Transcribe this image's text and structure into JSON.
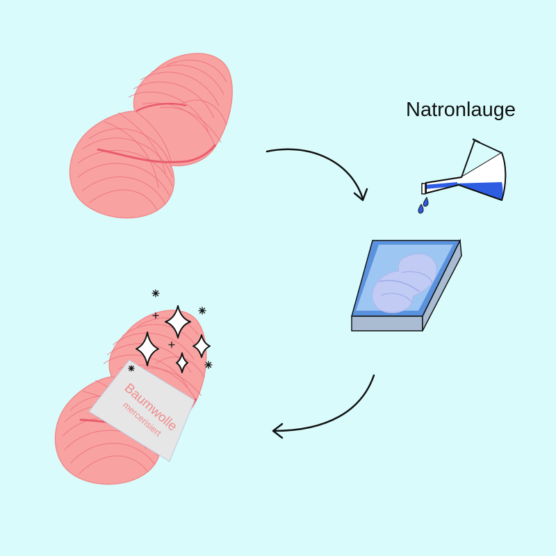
{
  "labels": {
    "reagent": "Natronlauge",
    "band_title": "Baumwolle",
    "band_subtitle": "mercerisiert"
  },
  "icons": {
    "skein": "yarn-skein-icon",
    "flask": "flask-pouring-icon",
    "tray": "tray-icon",
    "sparkles": "sparkle-icon",
    "arrow": "curved-arrow-icon"
  },
  "colors": {
    "background": "#d9fbfc",
    "yarn": "#f8a2a2",
    "yarn_line": "#e96a76",
    "liquid": "#2e5de3",
    "tray": "#a9bcd2",
    "band": "#e6e6e6",
    "band_text": "#f08c8c"
  }
}
